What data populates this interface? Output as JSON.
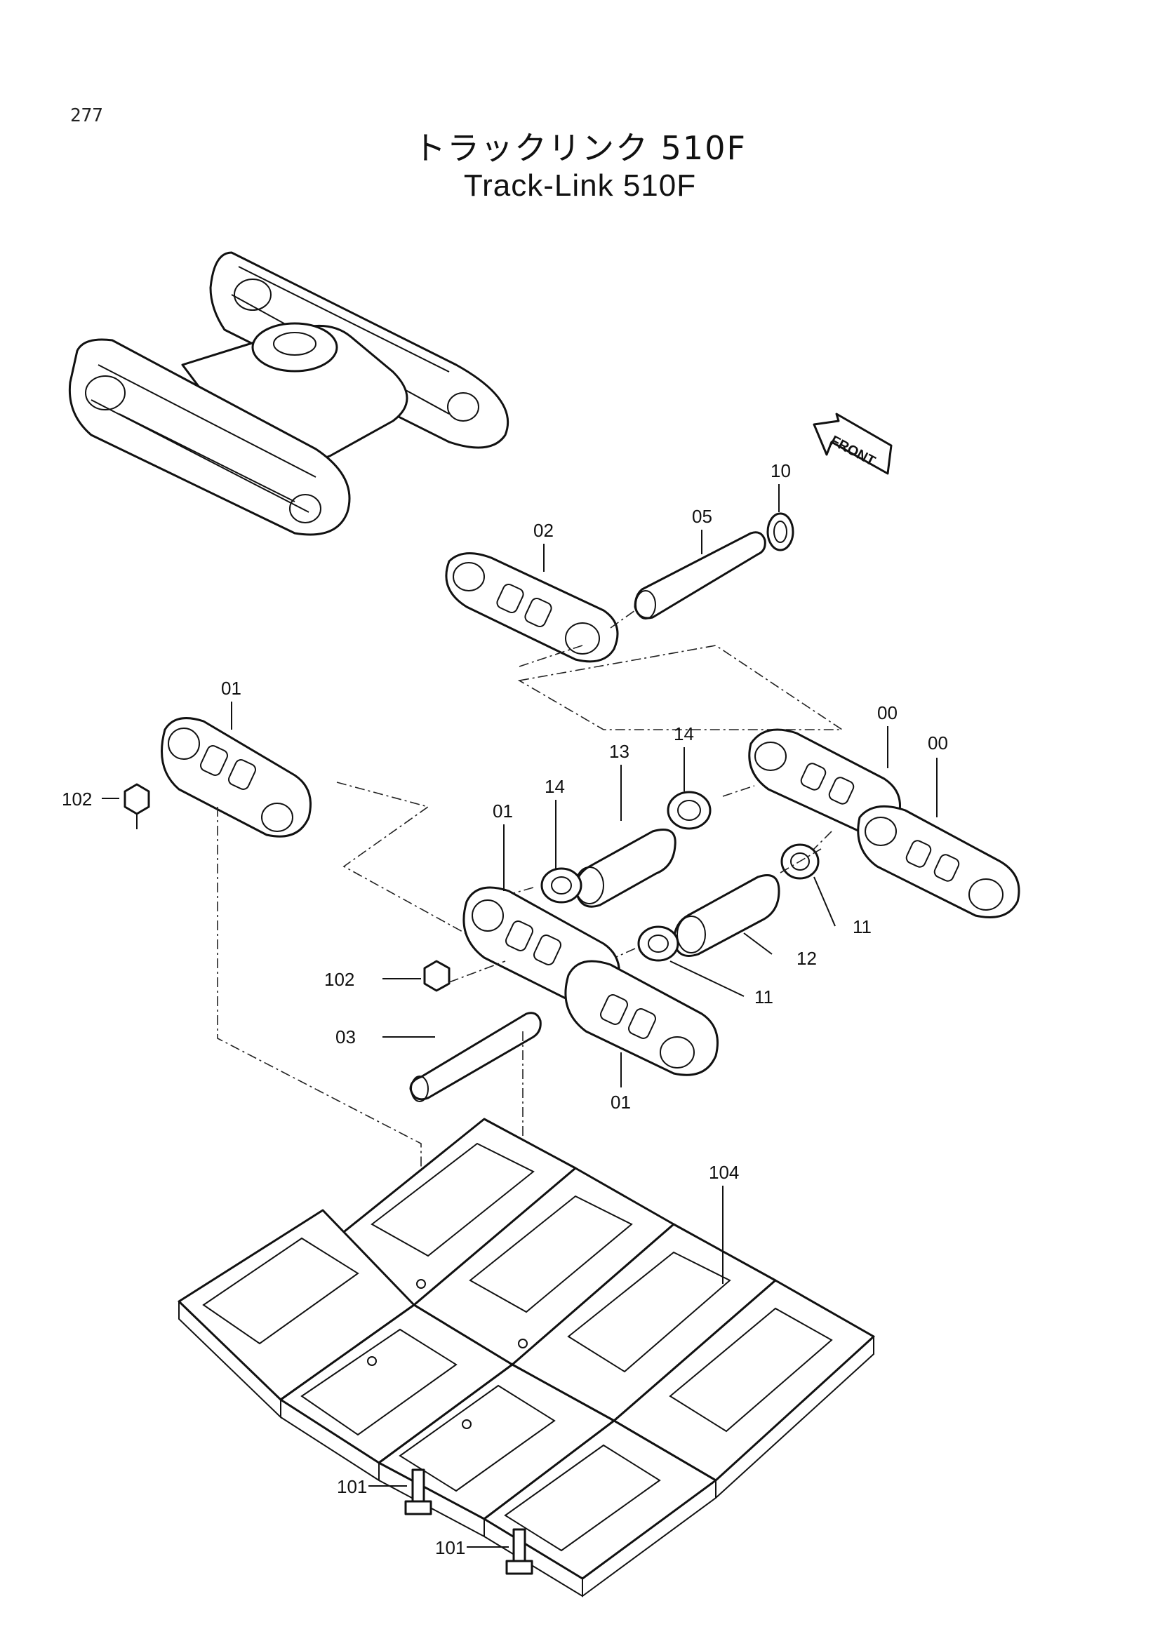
{
  "page": {
    "number": "277",
    "title_jp": "トラックリンク 510F",
    "title_en": "Track-Link 510F"
  },
  "direction_marker": {
    "text": "FRONT",
    "icon": "arrow-left-icon"
  },
  "callouts": {
    "c10": "10",
    "c05": "05",
    "c02": "02",
    "c01_top": "01",
    "c102_top": "102",
    "c00_a": "00",
    "c00_b": "00",
    "c14_a": "14",
    "c13": "13",
    "c14_b": "14",
    "c01_mid": "01",
    "c11_a": "11",
    "c12": "12",
    "c11_b": "11",
    "c102_mid": "102",
    "c03": "03",
    "c01_bot": "01",
    "c104": "104",
    "c101_a": "101",
    "c101_b": "101"
  }
}
